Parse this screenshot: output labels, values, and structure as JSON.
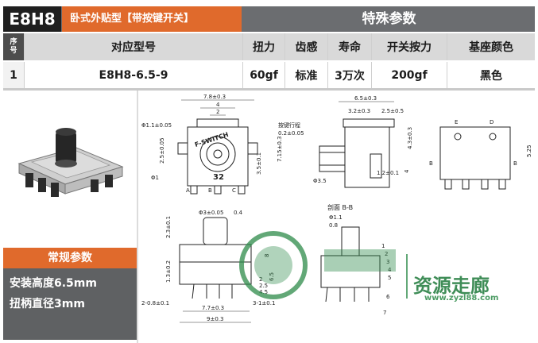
{
  "header": {
    "code": "E8H8",
    "title": "卧式外贴型【带按键开关】",
    "special_params": "特殊参数"
  },
  "table": {
    "header": {
      "index": [
        "序",
        "号"
      ],
      "model": "对应型号",
      "torque": "扭力",
      "feel": "齿感",
      "life": "寿命",
      "switch_force": "开关按力",
      "base_color": "基座颜色"
    },
    "rows": [
      {
        "index": "1",
        "model": "E8H8-6.5-9",
        "torque": "60gf",
        "feel": "标准",
        "life": "3万次",
        "switch_force": "200gf",
        "base_color": "黑色"
      }
    ]
  },
  "general": {
    "title": "常规参数",
    "lines": [
      "安装高度6.5mm",
      "扭柄直径3mm"
    ]
  },
  "drawing": {
    "front": {
      "dims": [
        "7.8±0.3",
        "4",
        "2",
        "Φ1.1±0.05",
        "2.5±0.05",
        "Φ1",
        "A",
        "B",
        "C",
        "3.5±0.1",
        "7.15±0.3"
      ],
      "label_brand": "F-SWITCH",
      "label_num": "32"
    },
    "side": {
      "dims": [
        "6.5±0.3",
        "3.2±0.3",
        "2.5±0.5",
        "按键行程",
        "0.2±0.05",
        "Φ3.5",
        "1.2±0.1",
        "4",
        "4.3±0.3"
      ]
    },
    "pcb": {
      "labels": [
        "E",
        "D",
        "B",
        "B"
      ],
      "dim": "5.25"
    },
    "bottom_front": {
      "dims": [
        "Φ3±0.05",
        "0.4",
        "2.3±0.1",
        "8",
        "1.3±0.2",
        "2-0.8±0.1",
        "7.7±0.3",
        "9±0.3",
        "6.5",
        "4.5",
        "2.5",
        "2",
        "3-1±0.1"
      ]
    },
    "section": {
      "title": "剖面 B-B",
      "dims": [
        "Φ1.1",
        "0.8"
      ],
      "numbers": [
        "1",
        "2",
        "3",
        "4",
        "5",
        "6",
        "7"
      ]
    }
  },
  "watermark": {
    "text": "资源走廊",
    "url": "www.zyzl88.com"
  },
  "colors": {
    "orange": "#e06a2c",
    "dark": "#1f1f1f",
    "gray": "#6b6d70",
    "watermark_green": "#1e7a3a"
  }
}
